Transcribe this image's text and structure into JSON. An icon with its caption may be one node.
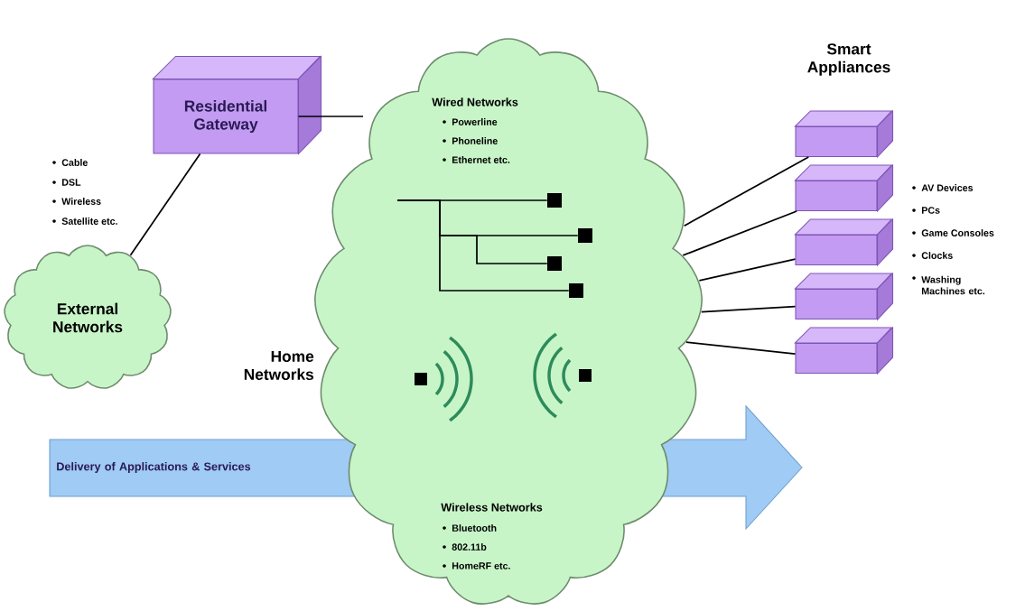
{
  "diagram": {
    "nodes": [
      {
        "text": [
          "Residential Gateway"
        ]
      },
      {
        "text": [
          "External Networks"
        ]
      },
      {
        "text": [
          "Home Networks",
          "Wired Networks",
          "Powerline",
          "Phoneline",
          "Ethernet etc.",
          "Wireless Networks",
          "Bluetooth",
          "802.11b",
          "HomeRF etc."
        ]
      },
      {
        "text": [],
        "shape": "box",
        "in": 2
      },
      {
        "text": [],
        "shape": "box",
        "in": 2
      },
      {
        "text": [],
        "shape": "box",
        "in": 2
      },
      {
        "text": [],
        "shape": "box",
        "in": 2
      },
      {
        "text": [],
        "shape": "box"
      },
      {
        "text": [],
        "shape": "box"
      },
      {
        "text": [],
        "shape": "box"
      },
      {
        "text": [],
        "shape": "box"
      },
      {
        "text": [],
        "shape": "box"
      },
      {
        "text": [
          "Delivery of Applications & Services"
        ]
      },
      {
        "text": [],
        "shape": "box",
        "in": 2
      },
      {
        "text": [],
        "shape": "box",
        "in": 2
      }
    ],
    "edges": [
      {
        "from": 0,
        "to": 2,
        "arrow": "none"
      },
      {
        "from": 0,
        "to": 1,
        "arrow": "none"
      },
      {
        "from": null,
        "to": 3,
        "arrow": "none"
      },
      {
        "from": null,
        "to": 4,
        "arrow": "none"
      },
      {
        "from": null,
        "to": 5,
        "arrow": "none"
      },
      {
        "from": null,
        "to": 6,
        "arrow": "none"
      },
      {
        "from": 2,
        "to": 7,
        "arrow": "none"
      },
      {
        "from": 2,
        "to": 8,
        "arrow": "none"
      },
      {
        "from": 2,
        "to": 9,
        "arrow": "none"
      },
      {
        "from": 2,
        "to": 10,
        "arrow": "none"
      },
      {
        "from": 2,
        "to": 11,
        "arrow": "none"
      }
    ],
    "labels": [
      "Cable",
      "DSL",
      "Wireless",
      "Satellite etc.",
      "Smart Appliances",
      "AV Devices",
      "PCs",
      "Game Consoles",
      "Clocks",
      "Washing Machines etc."
    ]
  }
}
